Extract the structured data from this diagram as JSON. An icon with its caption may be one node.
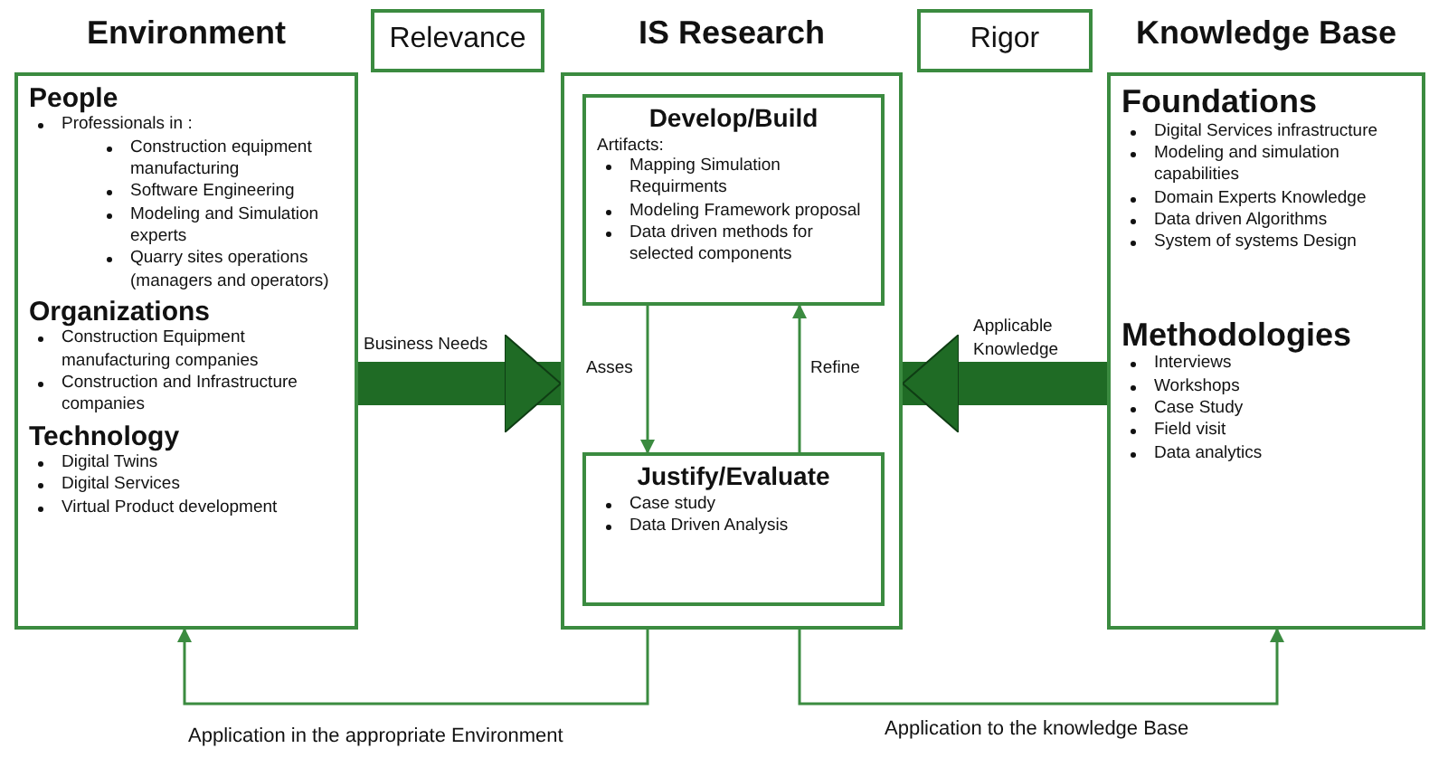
{
  "diagram": {
    "nodes": [
      {
        "text": [
          "Environment",
          "People",
          "Professionals in :",
          "Construction equipment manufacturing",
          "Software Engineering",
          "Modeling and Simulation experts",
          "Quarry sites operations (managers and operators)",
          "Organizations",
          "Construction Equipment manufacturing companies",
          "Construction and Infrastructure companies",
          "Technology",
          "Digital Twins",
          "Digital Services",
          "Virtual Product development"
        ]
      },
      {
        "text": [
          "Relevance"
        ]
      },
      {
        "text": [
          "IS Research"
        ]
      },
      {
        "text": [
          "Develop/Build",
          "Artifacts:",
          "Mapping Simulation Requirments",
          "Modeling Framework proposal",
          "Data driven methods for selected components"
        ],
        "in": 2
      },
      {
        "text": [
          "Justify/Evaluate",
          "Case study",
          "Data Driven Analysis"
        ],
        "in": 2
      },
      {
        "text": [
          "Rigor"
        ]
      },
      {
        "text": [
          "Knowledge Base",
          "Foundations",
          "Digital Services infrastructure",
          "Modeling and simulation capabilities",
          "Domain Experts Knowledge",
          "Data driven Algorithms",
          "System of systems Design",
          "Methodologies",
          "Interviews",
          "Workshops",
          "Case Study",
          "Field visit",
          "Data analytics"
        ]
      }
    ],
    "edges": [
      {
        "from": 0,
        "to": 2,
        "arrow": "to",
        "label": "Business Needs",
        "style": "thick",
        "color": "#1f6b25"
      },
      {
        "from": 6,
        "to": 2,
        "arrow": "to",
        "label": "Applicable Knowledge",
        "style": "thick",
        "color": "#1f6b25"
      },
      {
        "from": 3,
        "to": 4,
        "arrow": "to",
        "label": "Asses"
      },
      {
        "from": 4,
        "to": 3,
        "arrow": "to",
        "label": "Refine"
      },
      {
        "from": 2,
        "to": 0,
        "arrow": "to",
        "label": "Application in the appropriate Environment"
      },
      {
        "from": 2,
        "to": 6,
        "arrow": "to",
        "label": "Application to the knowledge Base"
      }
    ]
  }
}
